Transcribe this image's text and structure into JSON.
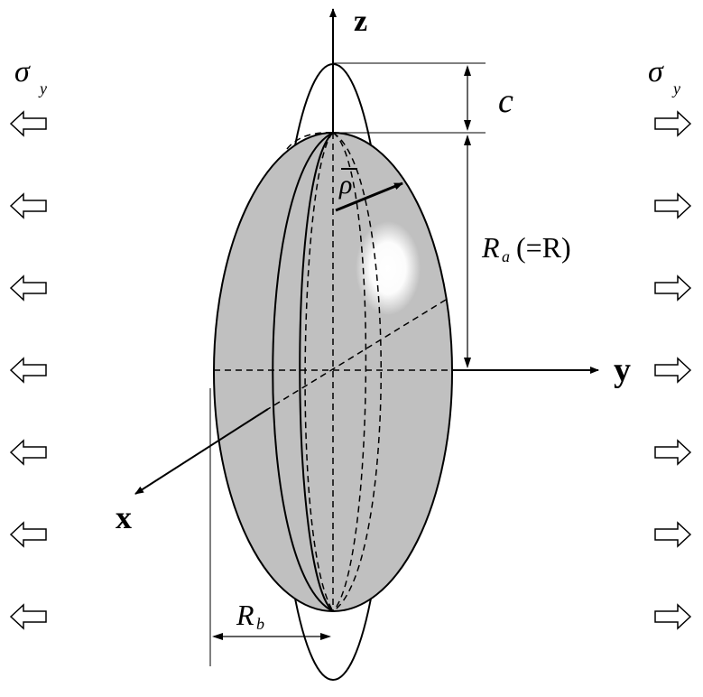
{
  "labels": {
    "axis_z": "z",
    "axis_y": "y",
    "axis_x": "x",
    "sigma_left": "σ",
    "sigma_left_sub": "y",
    "sigma_right": "σ",
    "sigma_right_sub": "y",
    "c": "c",
    "rho": "ρ",
    "Ra_main": "R",
    "Ra_sub": "a",
    "Ra_extra": "(=R)",
    "Rb_main": "R",
    "Rb_sub": "b"
  },
  "colors": {
    "ellipsoid_fill": "#c0c0c0",
    "stroke": "#000000",
    "highlight": "#ffffff"
  },
  "stress_arrows": {
    "left_direction": "left",
    "right_direction": "right",
    "count_per_side": 7
  },
  "icons": [
    "hollow-arrow-left-icon",
    "hollow-arrow-right-icon"
  ]
}
